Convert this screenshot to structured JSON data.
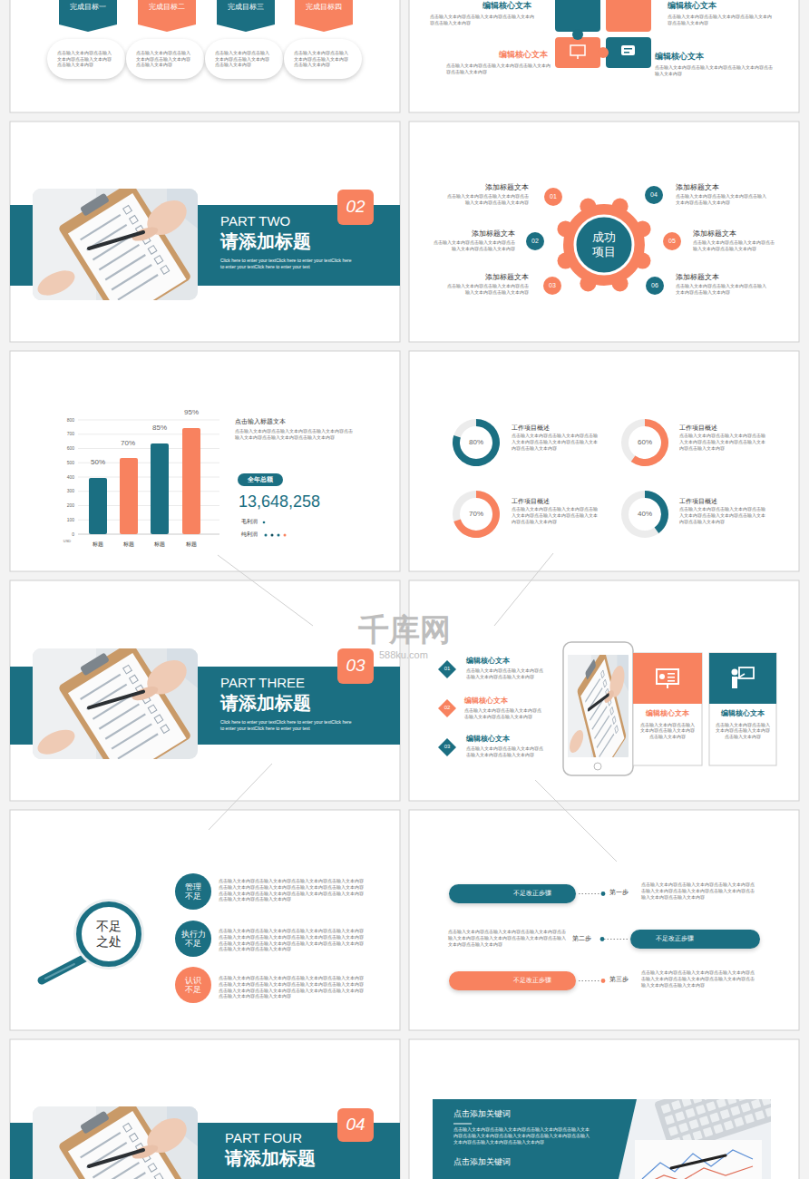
{
  "diagram": {
    "nodes": [
      {
        "text": [
          "完成目标一"
        ]
      },
      {
        "text": [
          "完成目标二"
        ]
      },
      {
        "text": [
          "完成目标三"
        ]
      },
      {
        "text": [
          "完成目标四"
        ]
      },
      {
        "text": [
          "点击输入文本内容点击输入文本内容点击输入文本内容点击输入文本内容"
        ]
      },
      {
        "text": [
          "点击输入文本内容点击输入文本内容点击输入文本内容点击输入文本内容"
        ]
      },
      {
        "text": [
          "点击输入文本内容点击输入文本内容点击输入文本内容点击输入文本内容"
        ]
      },
      {
        "text": [
          "点击输入文本内容点击输入文本内容点击输入文本内容点击输入文本内容"
        ]
      },
      {
        "text": [
          "PART TWO",
          "请添加标题",
          "Click here to enter your textClick here to enter your textClick here to enter your textClick here to enter your text"
        ]
      },
      {
        "text": [
          "02"
        ]
      },
      {
        "text": [
          "成功 项目"
        ]
      },
      {
        "text": [
          "01"
        ]
      },
      {
        "text": [
          "02"
        ]
      },
      {
        "text": [
          "03"
        ]
      },
      {
        "text": [
          "04"
        ]
      },
      {
        "text": [
          "05"
        ]
      },
      {
        "text": [
          "06"
        ]
      },
      {
        "text": [
          "全年总额"
        ]
      },
      {
        "text": [
          "80%"
        ]
      },
      {
        "text": [
          "60%"
        ]
      },
      {
        "text": [
          "70%"
        ]
      },
      {
        "text": [
          "40%"
        ]
      },
      {
        "text": [
          "PART THREE",
          "请添加标题",
          "Click here to enter your textClick here to enter your textClick here to enter your textClick here to enter your text"
        ]
      },
      {
        "text": [
          "03"
        ]
      },
      {
        "text": [
          "01"
        ]
      },
      {
        "text": [
          "02"
        ]
      },
      {
        "text": [
          "03"
        ]
      },
      {
        "text": [
          "编辑核心文本",
          "点击输入文本内容点击输入文本内容点击输入文本内容点击输入文本内容"
        ]
      },
      {
        "text": [
          "编辑核心文本",
          "点击输入文本内容点击输入文本内容点击输入文本内容点击输入文本内容"
        ]
      },
      {
        "text": [
          "不足 之处"
        ]
      },
      {
        "text": [
          "管理 不足"
        ]
      },
      {
        "text": [
          "执行力 不足"
        ]
      },
      {
        "text": [
          "认识 不足"
        ]
      },
      {
        "text": [
          "不足改正步骤"
        ]
      },
      {
        "text": [
          "不足改正步骤"
        ]
      },
      {
        "text": [
          "不足改正步骤"
        ]
      },
      {
        "text": [
          "PART FOUR",
          "请添加标题"
        ]
      },
      {
        "text": [
          "04"
        ]
      },
      {
        "text": [
          "点击添加关键词",
          "点击输入文本内容点击输入文本内容点击输入文本内容点击输入文本内容点击输入文本内容点击输入文本内容点击输入文本内容点击输入文本内容点击输入文本内容点击输入文本内容",
          "点击添加关键词"
        ]
      }
    ],
    "labels": [
      "编辑核心文本",
      "点击输入文本内容点击输入文本内容点击输入文本内容点击输入文本内容",
      "编辑核心文本",
      "点击输入文本内容点击输入文本内容点击输入文本内容点击输入文本内容",
      "编辑核心文本",
      "点击输入文本内容点击输入文本内容点击输入文本内容点击输入文本内容",
      "编辑核心文本",
      "点击输入文本内容点击输入文本内容点击输入文本内容点击输入文本内容",
      "添加标题文本",
      "点击输入文本内容点击输入文本内容点击输入文本内容点击输入文本内容",
      "添加标题文本",
      "点击输入文本内容点击输入文本内容点击输入文本内容点击输入文本内容",
      "添加标题文本",
      "点击输入文本内容点击输入文本内容点击输入文本内容点击输入文本内容",
      "添加标题文本",
      "点击输入文本内容点击输入文本内容点击输入文本内容点击输入文本内容",
      "添加标题文本",
      "点击输入文本内容点击输入文本内容点击输入文本内容点击输入文本内容",
      "添加标题文本",
      "点击输入文本内容点击输入文本内容点击输入文本内容点击输入文本内容",
      "800",
      "700",
      "600",
      "500",
      "400",
      "300",
      "200",
      "100",
      "0",
      "USD",
      "50%",
      "70%",
      "85%",
      "95%",
      "标题",
      "标题",
      "标题",
      "标题",
      "点击输入标题文本",
      "点击输入文本内容点击输入文本内容点击输入文本内容点击输入文本内容点击输入文本内容点击输入文本内容",
      "13,648,258",
      "毛利润",
      "纯利润",
      "工作项目概述",
      "点击输入文本内容点击输入文本内容点击输入文本内容点击输入文本内容点击输入文本内容点击输入文本内容",
      "工作项目概述",
      "点击输入文本内容点击输入文本内容点击输入文本内容点击输入文本内容点击输入文本内容点击输入文本内容",
      "工作项目概述",
      "点击输入文本内容点击输入文本内容点击输入文本内容点击输入文本内容点击输入文本内容点击输入文本内容",
      "工作项目概述",
      "点击输入文本内容点击输入文本内容点击输入文本内容点击输入文本内容点击输入文本内容点击输入文本内容",
      "编辑核心文本",
      "点击输入文本内容点击输入文本内容点击输入文本内容点击输入文本内容",
      "编辑核心文本",
      "点击输入文本内容点击输入文本内容点击输入文本内容点击输入文本内容",
      "编辑核心文本",
      "点击输入文本内容点击输入文本内容点击输入文本内容点击输入文本内容",
      "点击输入文本内容点击输入文本内容点击输入文本内容点击输入文本内容点击输入文本内容点击输入文本内容点击输入文本内容点击输入文本内容点击输入文本内容点击输入文本内容点击输入文本内容点击输入文本内容点击输入文本内容点击输入文本内容",
      "点击输入文本内容点击输入文本内容点击输入文本内容点击输入文本内容点击输入文本内容点击输入文本内容点击输入文本内容点击输入文本内容点击输入文本内容点击输入文本内容点击输入文本内容点击输入文本内容点击输入文本内容点击输入文本内容",
      "点击输入文本内容点击输入文本内容点击输入文本内容点击输入文本内容点击输入文本内容点击输入文本内容点击输入文本内容点击输入文本内容点击输入文本内容点击输入文本内容点击输入文本内容点击输入文本内容点击输入文本内容点击输入文本内容",
      "第一步",
      "点击输入文本内容点击输入文本内容点击输入文本内容点击输入文本内容点击输入文本内容点击输入文本内容点击输入文本内容点击输入文本内容",
      "点击输入文本内容点击输入文本内容点击输入文本内容点击输入文本内容点击输入文本内容点击输入文本内容点击输入文本内容点击输入文本内容",
      "第二步",
      "第三步",
      "点击输入文本内容点击输入文本内容点击输入文本内容点击输入文本内容点击输入文本内容点击输入文本内容点击输入文本内容点击输入文本内容",
      "千库网",
      "588ku.com"
    ]
  }
}
